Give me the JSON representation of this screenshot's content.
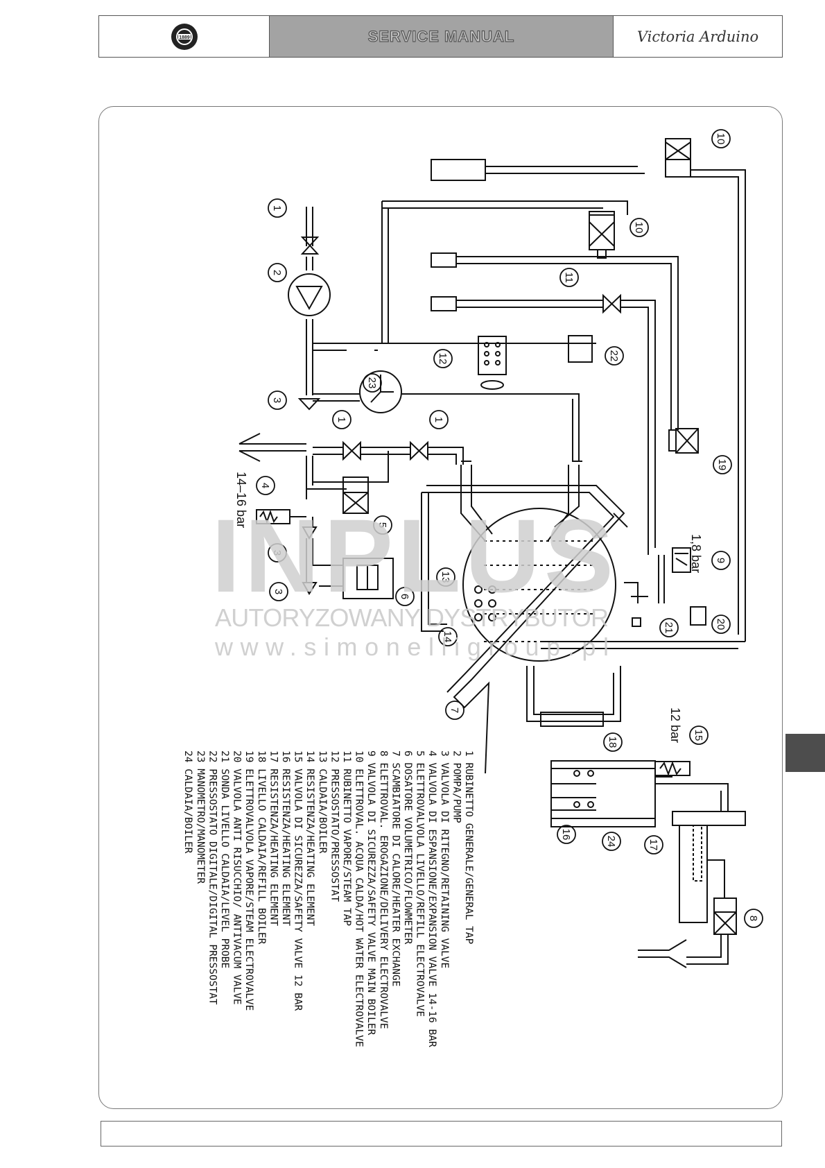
{
  "header": {
    "title": "SERVICE MANUAL",
    "brand": "Victoria Arduino"
  },
  "watermark": {
    "brand": "INPLUS",
    "line1": "AUTORYZOWANY DYSTRYBUTOR",
    "line2": "www.simonelligroup.pl"
  },
  "notes": {
    "pressure_14_16": "14–16 bar",
    "pressure_1_8": "1,8 bar",
    "pressure_12": "12 bar"
  },
  "legend": [
    "1  RUBINETTO GENERALE/GENERAL TAP",
    "2  POMPA/PUMP",
    "3  VALVOLA DI RITEGNO/RETAINING VALVE",
    "4  VALVOLA DI ESPANSIONE/EXPANSION VALVE 14-16 BAR",
    "5  ELETTROVALVOLA LIVELLO/REFILL ELECTROVALVE",
    "6  DOSATORE VOLUMETRICO/FLOWMETER",
    "7  SCAMBIATORE DI CALORE/HEATER EXCHANGE",
    "8  ELETTROVAL. EROGAZIONE/DELIVERY ELECTROVALVE",
    "9  VALVOLA DI SICUREZZA/SAFETY VALVE MAIN BOILER",
    "10 ELETTROVAL. ACQUA CALDA/HOT WATER ELECTROVALVE",
    "11 RUBINETTO VAPORE/STEAM TAP",
    "12 PRESSOSTATO/PRESSOSTAT",
    "13 CALDAIA/BOILER",
    "14 RESISTENZA/HEATING ELEMENT",
    "15 VALVOLA DI SICUREZZA/SAFETY VALVE 12 BAR",
    "16 RESISTENZA/HEATING ELEMENT",
    "17 RESISTENZA/HEATING ELEMENT",
    "18 LIVELLO CALDAIA/REFILL BOILER",
    "19 ELETTROVALVOLA VAPORE/STEAM ELECTROVALVE",
    "20 VALVOLA ANTI RISUCCHIO/ ANTIVACUM VALVE",
    "21 SONDA LIVELLO CALDAIA/LEVEL PROBE",
    "22 PRESSOSTATO DIGITALE/DIGITAL PRESSOSTAT",
    "23 MANOMETRO/MANOMETER",
    "24 CALDAIA/BOILER"
  ],
  "callouts": [
    "1",
    "2",
    "3",
    "1",
    "1",
    "3",
    "4",
    "5",
    "3",
    "6",
    "13",
    "14",
    "7",
    "12",
    "23",
    "22",
    "11",
    "10",
    "10",
    "19",
    "9",
    "21",
    "20",
    "18",
    "15",
    "16",
    "24",
    "17",
    "8"
  ],
  "colors": {
    "watermark_gray": "#cfcfcf",
    "watermark_orange": "#f3c79a",
    "header_bg": "#a3a3a3",
    "side_tab": "#4d4d4d"
  }
}
